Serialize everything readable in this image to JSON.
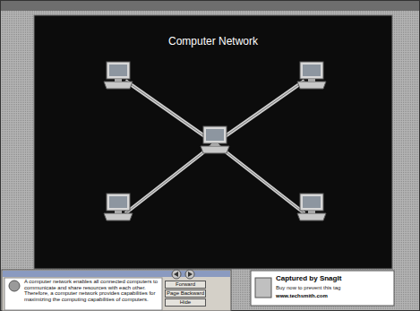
{
  "diagram": {
    "title": "Computer Network",
    "labels": [
      "A computer network enables all connected computers to communicate and share resources with each other. Therefore, a computer network provides capabilities for maximizing the computing capabilities of computers.",
      "Forward",
      "Page Backward",
      "Hide",
      "Captured by SnagIt",
      "Buy now to prevent this tag",
      "www.techsmith.com"
    ]
  }
}
